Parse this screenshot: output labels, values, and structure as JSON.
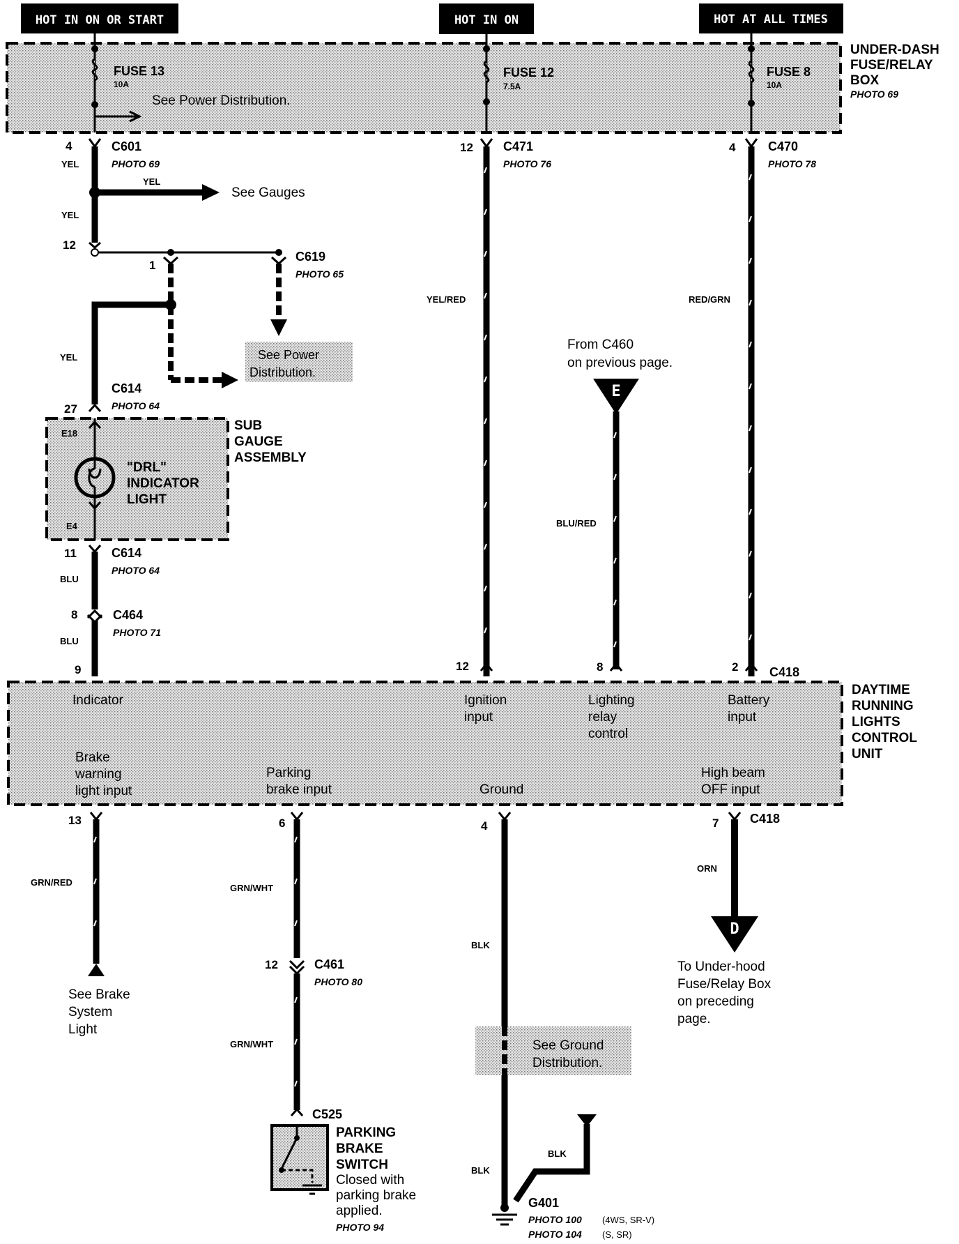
{
  "headers": {
    "hot_on_or_start": "HOT IN ON OR START",
    "hot_on": "HOT IN ON",
    "hot_all_times": "HOT AT ALL TIMES"
  },
  "fuse_box": {
    "title_1": "UNDER-DASH",
    "title_2": "FUSE/RELAY",
    "title_3": "BOX",
    "photo": "PHOTO 69",
    "fuse13": "FUSE 13",
    "fuse13_rating": "10A",
    "fuse12": "FUSE 12",
    "fuse12_rating": "7.5A",
    "fuse8": "FUSE 8",
    "fuse8_rating": "10A",
    "see_power": "See Power Distribution."
  },
  "left_branch": {
    "c601_pin": "4",
    "c601": "C601",
    "c601_photo": "PHOTO 69",
    "yel_1": "YEL",
    "yel_arrow": "YEL",
    "see_gauges": "See Gauges",
    "yel_2": "YEL",
    "pin12": "12",
    "c619_pin": "1",
    "c619": "C619",
    "c619_photo": "PHOTO 65",
    "see_power_1": "See Power",
    "see_power_2": "Distribution.",
    "yel_3": "YEL",
    "c614_top": "C614",
    "c614_top_photo": "PHOTO 64",
    "c614_top_pin": "27",
    "sub_gauge_1": "SUB",
    "sub_gauge_2": "GAUGE",
    "sub_gauge_3": "ASSEMBLY",
    "e18": "E18",
    "e4": "E4",
    "drl_1": "\"DRL\"",
    "drl_2": "INDICATOR",
    "drl_3": "LIGHT",
    "c614_bot_pin": "11",
    "c614_bot": "C614",
    "c614_bot_photo": "PHOTO 64",
    "blu_1": "BLU",
    "c464_pin": "8",
    "c464": "C464",
    "c464_photo": "PHOTO 71",
    "blu_2": "BLU",
    "pin9": "9"
  },
  "mid_branch": {
    "c471_pin": "12",
    "c471": "C471",
    "c471_photo": "PHOTO 76",
    "yel_red": "YEL/RED",
    "pin12": "12",
    "from_c460_1": "From C460",
    "from_c460_2": "on previous page.",
    "e": "E",
    "blu_red": "BLU/RED",
    "pin8": "8"
  },
  "right_branch": {
    "c470_pin": "4",
    "c470": "C470",
    "c470_photo": "PHOTO 78",
    "red_grn": "RED/GRN",
    "pin2": "2",
    "c418": "C418"
  },
  "control_unit": {
    "title_1": "DAYTIME",
    "title_2": "RUNNING",
    "title_3": "LIGHTS",
    "title_4": "CONTROL",
    "title_5": "UNIT",
    "indicator": "Indicator",
    "ignition_1": "Ignition",
    "ignition_2": "input",
    "lighting_1": "Lighting",
    "lighting_2": "relay",
    "lighting_3": "control",
    "battery_1": "Battery",
    "battery_2": "input",
    "brake_1": "Brake",
    "brake_2": "warning",
    "brake_3": "light input",
    "parking_1": "Parking",
    "parking_2": "brake input",
    "ground": "Ground",
    "highbeam_1": "High beam",
    "highbeam_2": "OFF  input"
  },
  "bottom": {
    "pin13": "13",
    "grn_red": "GRN/RED",
    "see_brake_1": "See Brake",
    "see_brake_2": "System",
    "see_brake_3": "Light",
    "pin6": "6",
    "grn_wht_1": "GRN/WHT",
    "c461_pin": "12",
    "c461": "C461",
    "c461_photo": "PHOTO 80",
    "grn_wht_2": "GRN/WHT",
    "c525": "C525",
    "pbs_1": "PARKING",
    "pbs_2": "BRAKE",
    "pbs_3": "SWITCH",
    "pbs_4": "Closed with",
    "pbs_5": "parking brake",
    "pbs_6": "applied.",
    "pbs_photo": "PHOTO 94",
    "pin4": "4",
    "blk_1": "BLK",
    "see_ground_1": "See Ground",
    "see_ground_2": "Distribution.",
    "blk_2": "BLK",
    "blk_3": "BLK",
    "g401": "G401",
    "g401_photo1": "PHOTO 100",
    "g401_note1": "(4WS, SR-V)",
    "g401_photo2": "PHOTO 104",
    "g401_note2": "(S, SR)",
    "pin7": "7",
    "c418": "C418",
    "orn": "ORN",
    "d": "D",
    "to_uh_1": "To Under-hood",
    "to_uh_2": "Fuse/Relay Box",
    "to_uh_3": "on preceding",
    "to_uh_4": "page."
  }
}
